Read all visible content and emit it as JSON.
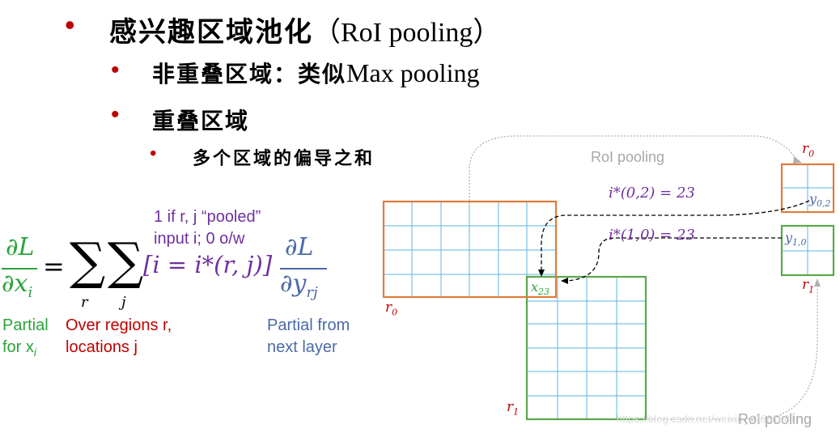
{
  "bullets": {
    "l1": {
      "text_cn": "感兴趣区域池化",
      "text_en": "（RoI pooling）"
    },
    "l2": {
      "text_cn": "非重叠区域：类似",
      "text_en": "Max pooling"
    },
    "l3": {
      "text_cn": "重叠区域"
    },
    "l4": {
      "text_cn": "多个区域的偏导之和"
    }
  },
  "formula": {
    "partial_L": "∂L",
    "partial_x": "∂x",
    "sub_i": "i",
    "equals": "=",
    "sum_sym": "∑",
    "sub_r": "r",
    "sub_j": "j",
    "indicator": "[i = i*(r, j)]",
    "partial_y": "∂y",
    "sub_rj": "rj"
  },
  "annotations": {
    "pooled_line1": "1 if r, j “pooled”",
    "pooled_line2": "input i; 0 o/w",
    "partial_line1": "Partial",
    "partial_line2": "for x",
    "partial_line2_sub": "i",
    "regions_line1": "Over regions r,",
    "regions_line2": "locations j",
    "next_line1": "Partial from",
    "next_line2": "next layer"
  },
  "diagram": {
    "roi_pooling_top": "RoI pooling",
    "roi_pooling_bottom": "RoI pooling",
    "r0_label_top": "r",
    "r0_sub": "0",
    "r1_label_right": "r",
    "r1_sub": "1",
    "r0_label_left": "r",
    "r1_label_bottom": "r",
    "istar_02": "i*(0,2) = 23",
    "istar_10": "i*(1,0) = 23",
    "y02": "y",
    "y02_sub": "0,2",
    "y10": "y",
    "y10_sub": "1,0",
    "x23": "x",
    "x23_sub": "23"
  },
  "watermark": "https://blog.csdn.net/weixin_43661681",
  "colors": {
    "orange": "#e07b39",
    "green": "#5aa84a",
    "grid": "#5bb5e6",
    "purple": "#7030a0",
    "bullet_red": "#c00000"
  }
}
